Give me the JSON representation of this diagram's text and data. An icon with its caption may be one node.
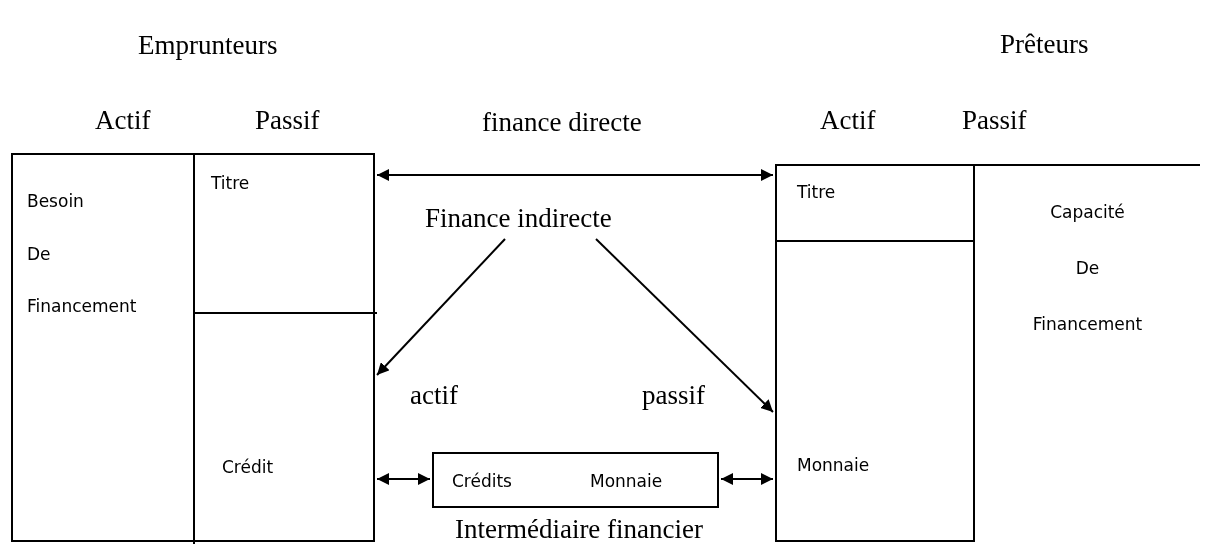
{
  "diagram": {
    "nodes": [
      {
        "text": [
          "Emprunteurs"
        ]
      },
      {
        "text": [
          "Besoin De Financement"
        ],
        "in": 0
      },
      {
        "text": [
          "Titre"
        ],
        "in": 0
      },
      {
        "text": [
          "Crédit"
        ],
        "in": 0
      },
      {
        "text": [
          "Prêteurs"
        ]
      },
      {
        "text": [
          "Titre"
        ],
        "in": 4
      },
      {
        "text": [
          "Monnaie"
        ],
        "in": 4
      },
      {
        "text": [
          "Capacité De Financement"
        ],
        "in": 4
      },
      {
        "text": [
          "Finance indirecte"
        ]
      },
      {
        "text": [
          "Intermédiaire financier"
        ]
      },
      {
        "text": [
          "Crédits"
        ],
        "in": 9
      },
      {
        "text": [
          "Monnaie"
        ],
        "in": 9
      }
    ],
    "edges": [
      {
        "from": 2,
        "to": 5,
        "arrow": "both",
        "label": "finance directe"
      },
      {
        "from": 8,
        "to": 3,
        "arrow": "to",
        "label": "actif"
      },
      {
        "from": 8,
        "to": 6,
        "arrow": "to",
        "label": "passif"
      },
      {
        "from": 3,
        "to": 9,
        "arrow": "both"
      },
      {
        "from": 9,
        "to": 6,
        "arrow": "both"
      }
    ],
    "labels": [
      "Actif",
      "Passif",
      "Actif",
      "Passif"
    ]
  }
}
